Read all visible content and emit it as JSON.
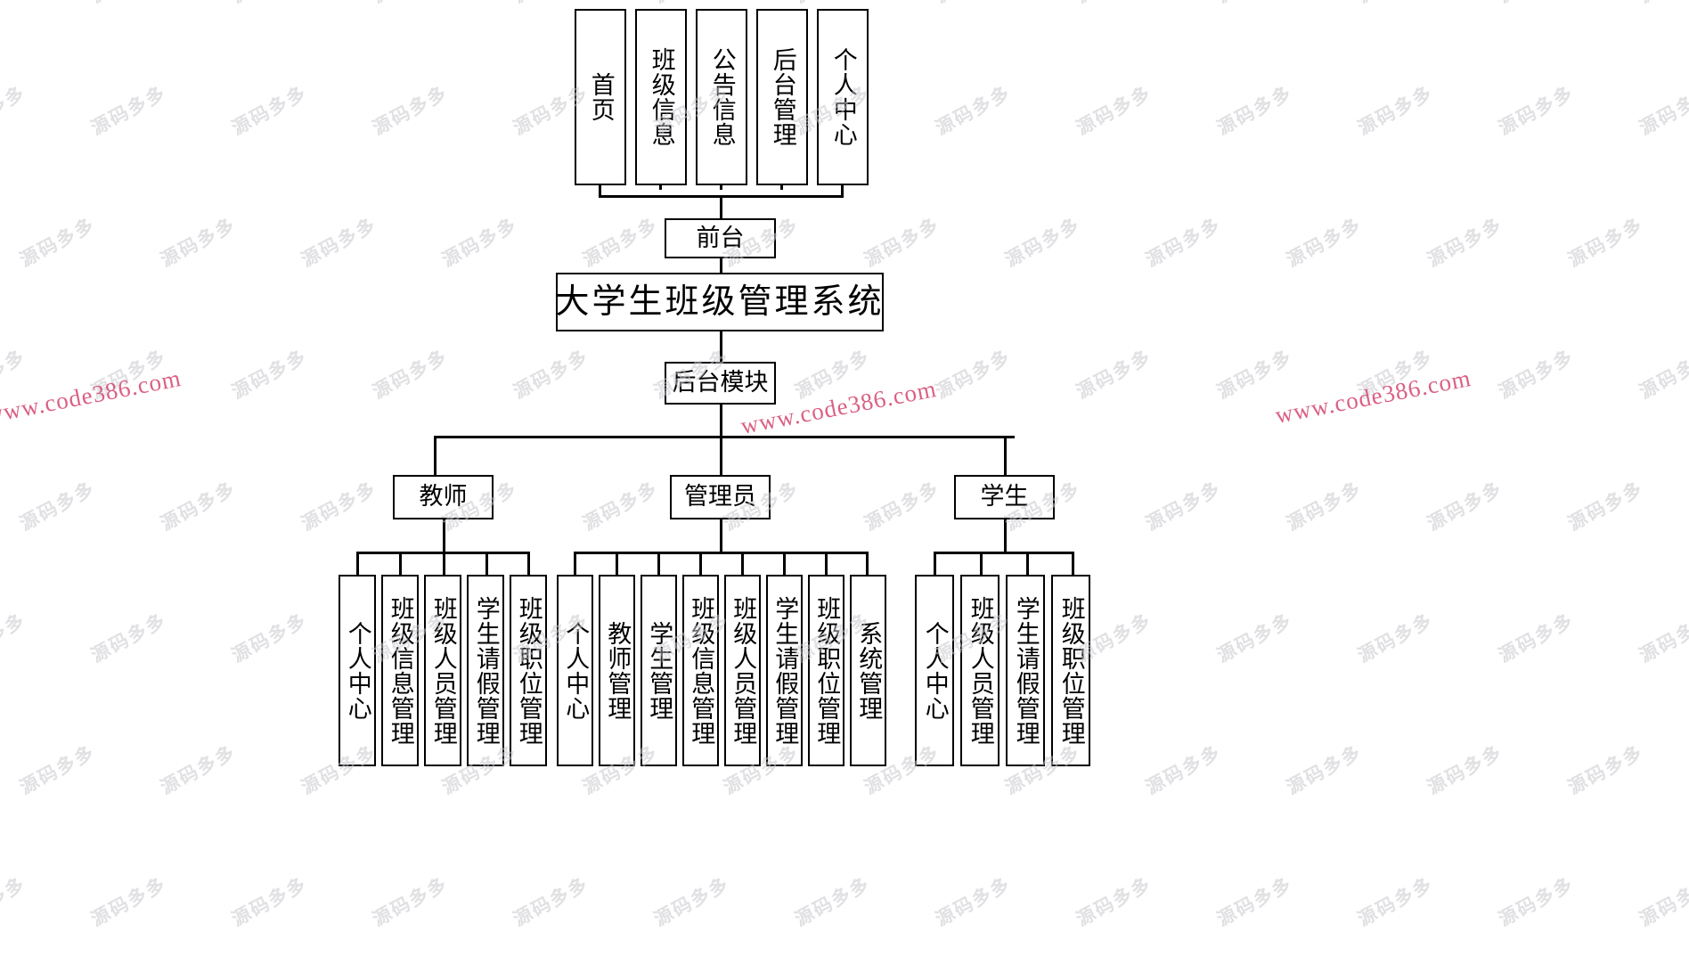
{
  "diagram": {
    "type": "tree",
    "title": "大学生班级管理系统",
    "watermark_text": "源码多多",
    "watermark_url": "www.code386.com",
    "root": "大学生班级管理系统",
    "frontend_node": "前台",
    "backend_node": "后台模块",
    "frontend_items": [
      "首页",
      "班级信息",
      "公告信息",
      "后台管理",
      "个人中心"
    ],
    "roles": [
      {
        "name": "教师",
        "items": [
          "个人中心",
          "班级信息管理",
          "班级人员管理",
          "学生请假管理",
          "班级职位管理"
        ]
      },
      {
        "name": "管理员",
        "items": [
          "个人中心",
          "教师管理",
          "学生管理",
          "班级信息管理",
          "班级人员管理",
          "学生请假管理",
          "班级职位管理",
          "系统管理"
        ]
      },
      {
        "name": "学生",
        "items": [
          "个人中心",
          "班级人员管理",
          "学生请假管理",
          "班级职位管理"
        ]
      }
    ],
    "colors": {
      "line": "#000000",
      "text": "#000000",
      "background": "#ffffff",
      "watermark": "#c9c9cf",
      "watermark_url": "#d4456f"
    }
  }
}
